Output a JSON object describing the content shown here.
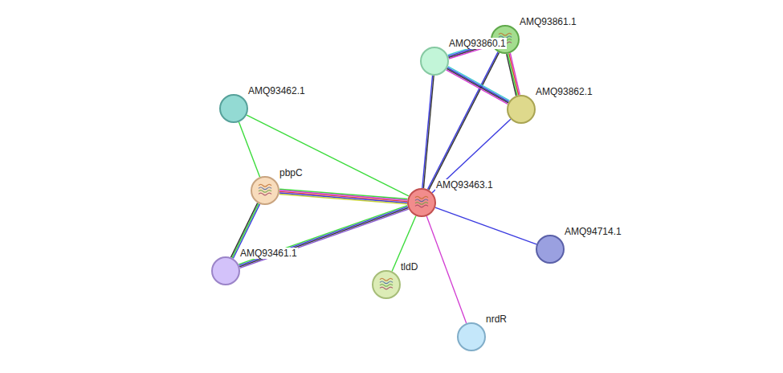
{
  "diagram": {
    "nodes": [
      {
        "text": [
          "AMQ93861.1"
        ]
      },
      {
        "text": [
          "AMQ93860.1"
        ]
      },
      {
        "text": [
          "AMQ93862.1"
        ]
      },
      {
        "text": [
          "AMQ93462.1"
        ]
      },
      {
        "text": [
          "pbpC"
        ]
      },
      {
        "text": [
          "AMQ93463.1"
        ]
      },
      {
        "text": [
          "AMQ94714.1"
        ]
      },
      {
        "text": [
          "AMQ93461.1"
        ]
      },
      {
        "text": [
          "tldD"
        ]
      },
      {
        "text": [
          "nrdR"
        ]
      }
    ],
    "edges": [
      {
        "from": 3,
        "to": 4,
        "arrow": "none"
      },
      {
        "from": 3,
        "to": 5,
        "arrow": "none"
      },
      {
        "from": 4,
        "to": 5,
        "arrow": "none"
      },
      {
        "from": 4,
        "to": 7,
        "arrow": "none"
      },
      {
        "from": 7,
        "to": 5,
        "arrow": "none"
      },
      {
        "from": 5,
        "to": 8,
        "arrow": "none"
      },
      {
        "from": 5,
        "to": 9,
        "arrow": "none"
      },
      {
        "from": 5,
        "to": 6,
        "arrow": "none"
      },
      {
        "from": 5,
        "to": 1,
        "arrow": "none"
      },
      {
        "from": 5,
        "to": 0,
        "arrow": "none"
      },
      {
        "from": 5,
        "to": 2,
        "arrow": "none"
      },
      {
        "from": 1,
        "to": 0,
        "arrow": "none"
      },
      {
        "from": 1,
        "to": 2,
        "arrow": "none"
      },
      {
        "from": 0,
        "to": 2,
        "arrow": "none"
      }
    ]
  }
}
